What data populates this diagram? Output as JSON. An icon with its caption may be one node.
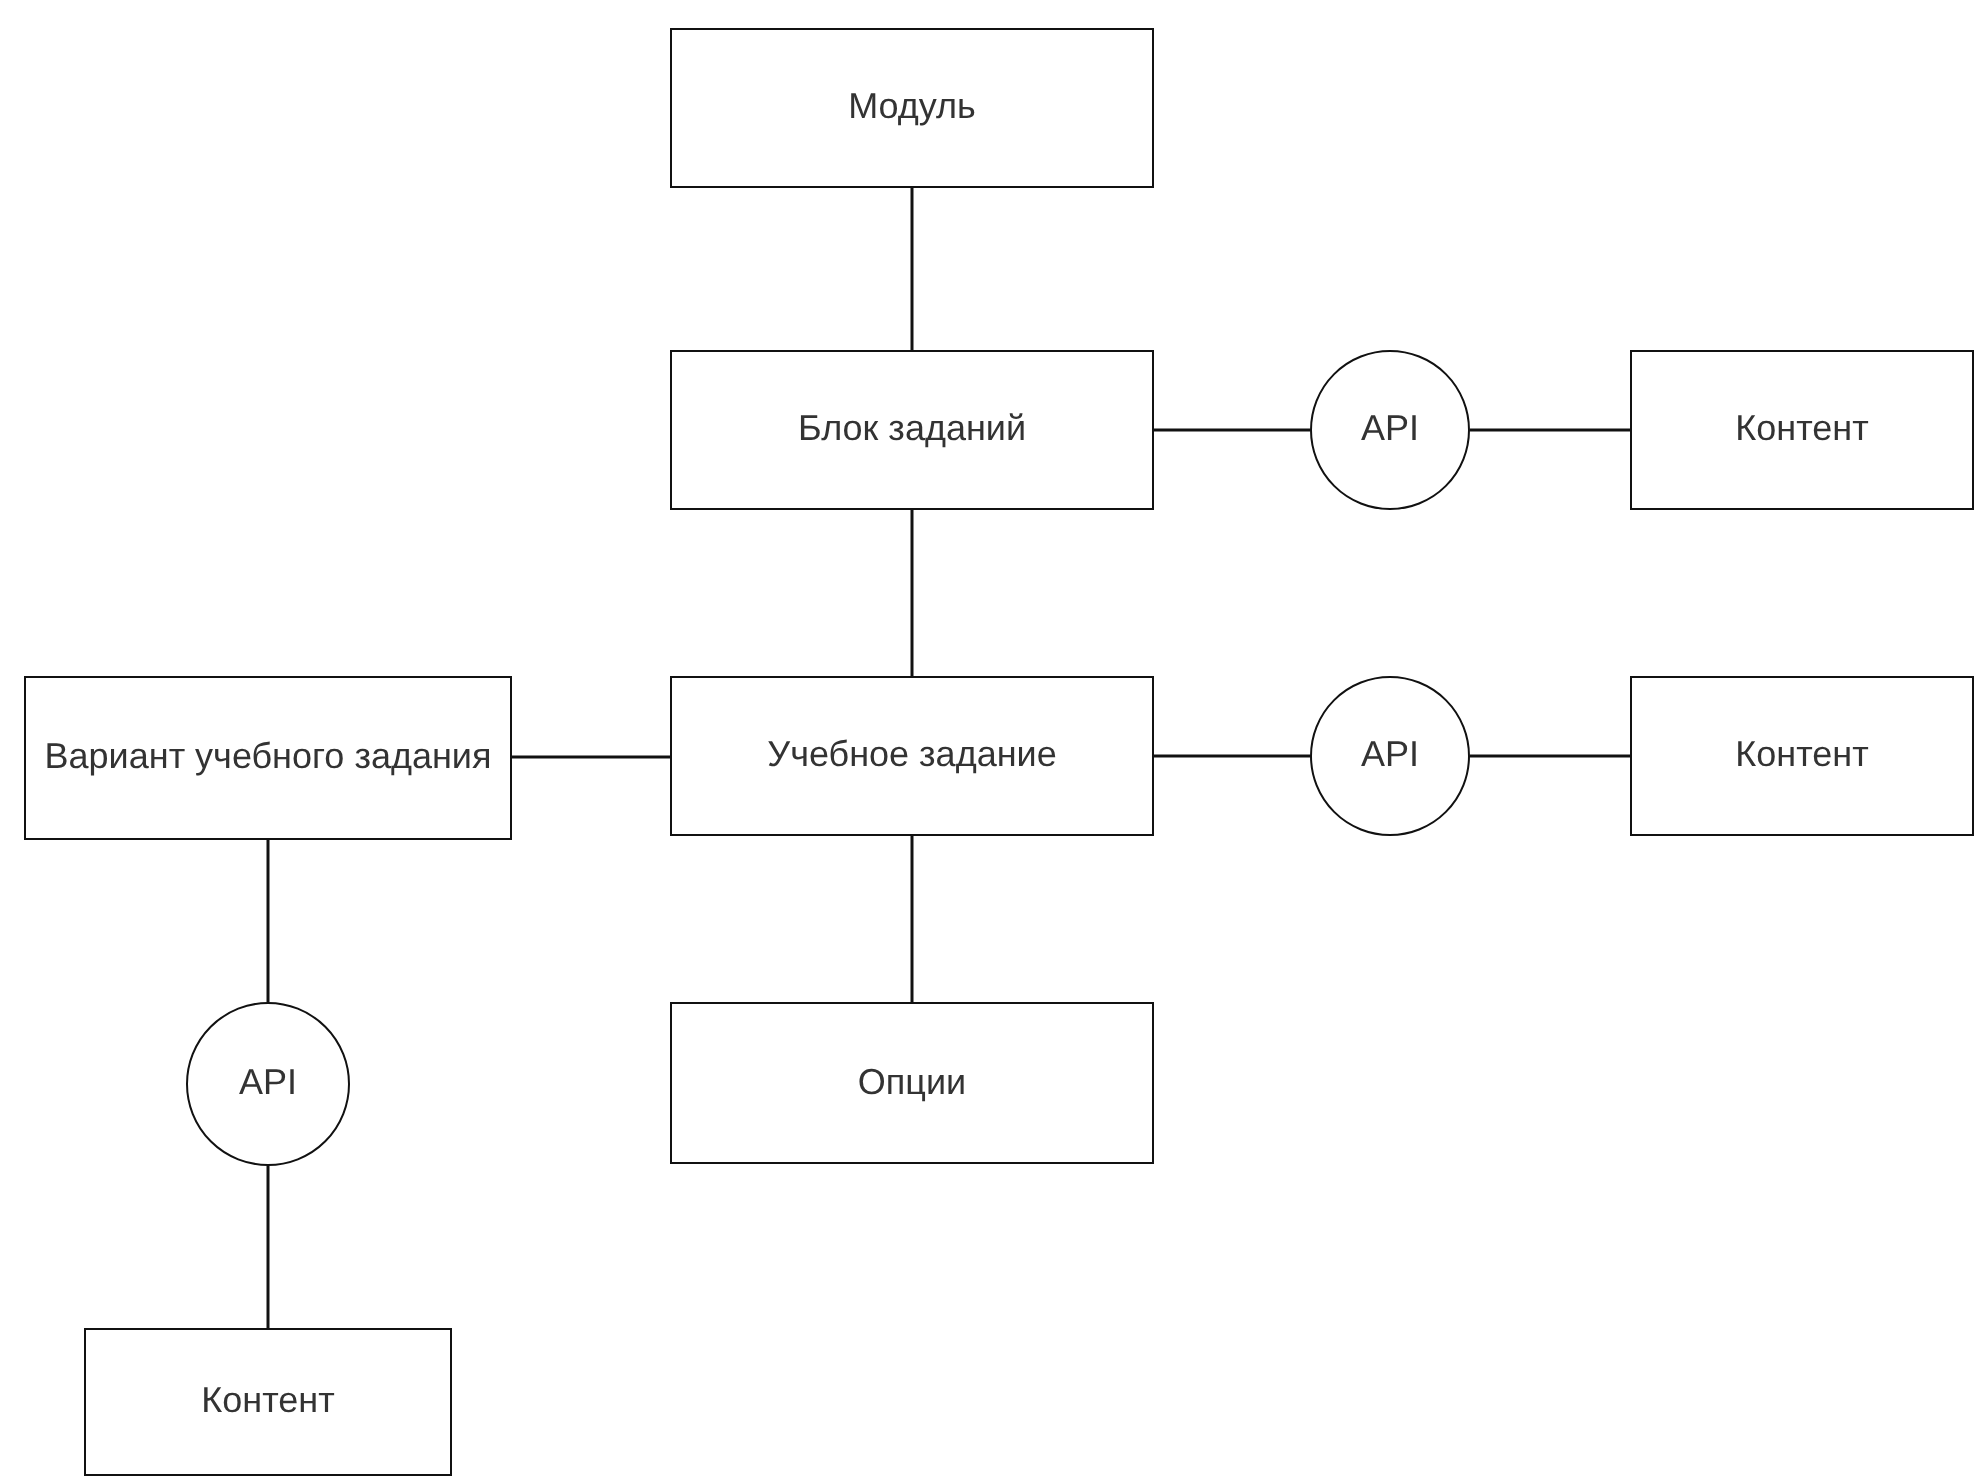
{
  "diagram": {
    "nodes": [
      {
        "text": [
          "Модуль"
        ]
      },
      {
        "text": [
          "Блок заданий"
        ]
      },
      {
        "text": [
          "API"
        ]
      },
      {
        "text": [
          "Контент"
        ]
      },
      {
        "text": [
          "Вариант учебного задания"
        ]
      },
      {
        "text": [
          "Учебное задание"
        ]
      },
      {
        "text": [
          "API"
        ]
      },
      {
        "text": [
          "Контент"
        ]
      },
      {
        "text": [
          "Опции"
        ]
      },
      {
        "text": [
          "API"
        ]
      },
      {
        "text": [
          "Контент"
        ]
      }
    ],
    "edges": [
      {
        "from": 0,
        "to": 1,
        "arrow": "none"
      },
      {
        "from": 1,
        "to": 2,
        "arrow": "none"
      },
      {
        "from": 2,
        "to": 3,
        "arrow": "none"
      },
      {
        "from": 1,
        "to": 5,
        "arrow": "none"
      },
      {
        "from": 4,
        "to": 5,
        "arrow": "none"
      },
      {
        "from": 5,
        "to": 6,
        "arrow": "none"
      },
      {
        "from": 6,
        "to": 7,
        "arrow": "none"
      },
      {
        "from": 5,
        "to": 8,
        "arrow": "none"
      },
      {
        "from": 4,
        "to": 9,
        "arrow": "none"
      },
      {
        "from": 9,
        "to": 10,
        "arrow": "none"
      }
    ]
  }
}
